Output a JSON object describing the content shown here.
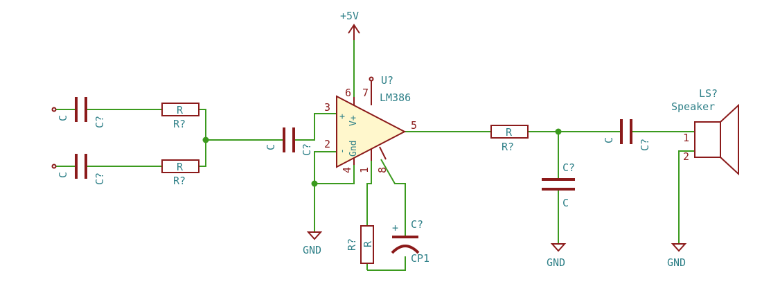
{
  "power": {
    "vcc_label": "+5V",
    "gnd_label": "GND"
  },
  "amp": {
    "ref": "U?",
    "value": "LM386",
    "pin_in_plus": "3",
    "pin_in_minus": "2",
    "pin_out": "5",
    "pin_vplus": "6",
    "pin_bypass": "7",
    "pin_gnd": "4",
    "pin_gain1": "1",
    "pin_gain8": "8",
    "sym_plus": "+",
    "sym_minus": "-",
    "sym_vplus": "V+",
    "sym_gnd": "Gnd"
  },
  "components": {
    "cap_ref": "C?",
    "cap_value": "C",
    "res_ref": "R?",
    "res_value": "R",
    "cp_ref": "C?",
    "cp_value": "CP1",
    "cp_plus": "+"
  },
  "speaker": {
    "ref": "LS?",
    "value": "Speaker",
    "pin1": "1",
    "pin2": "2"
  },
  "colors": {
    "wire": "#3b9a1e",
    "body": "#8b1a1a",
    "label": "#2f8088",
    "opamp_fill": "#fff7cc",
    "junction": "#3b9a1e"
  }
}
